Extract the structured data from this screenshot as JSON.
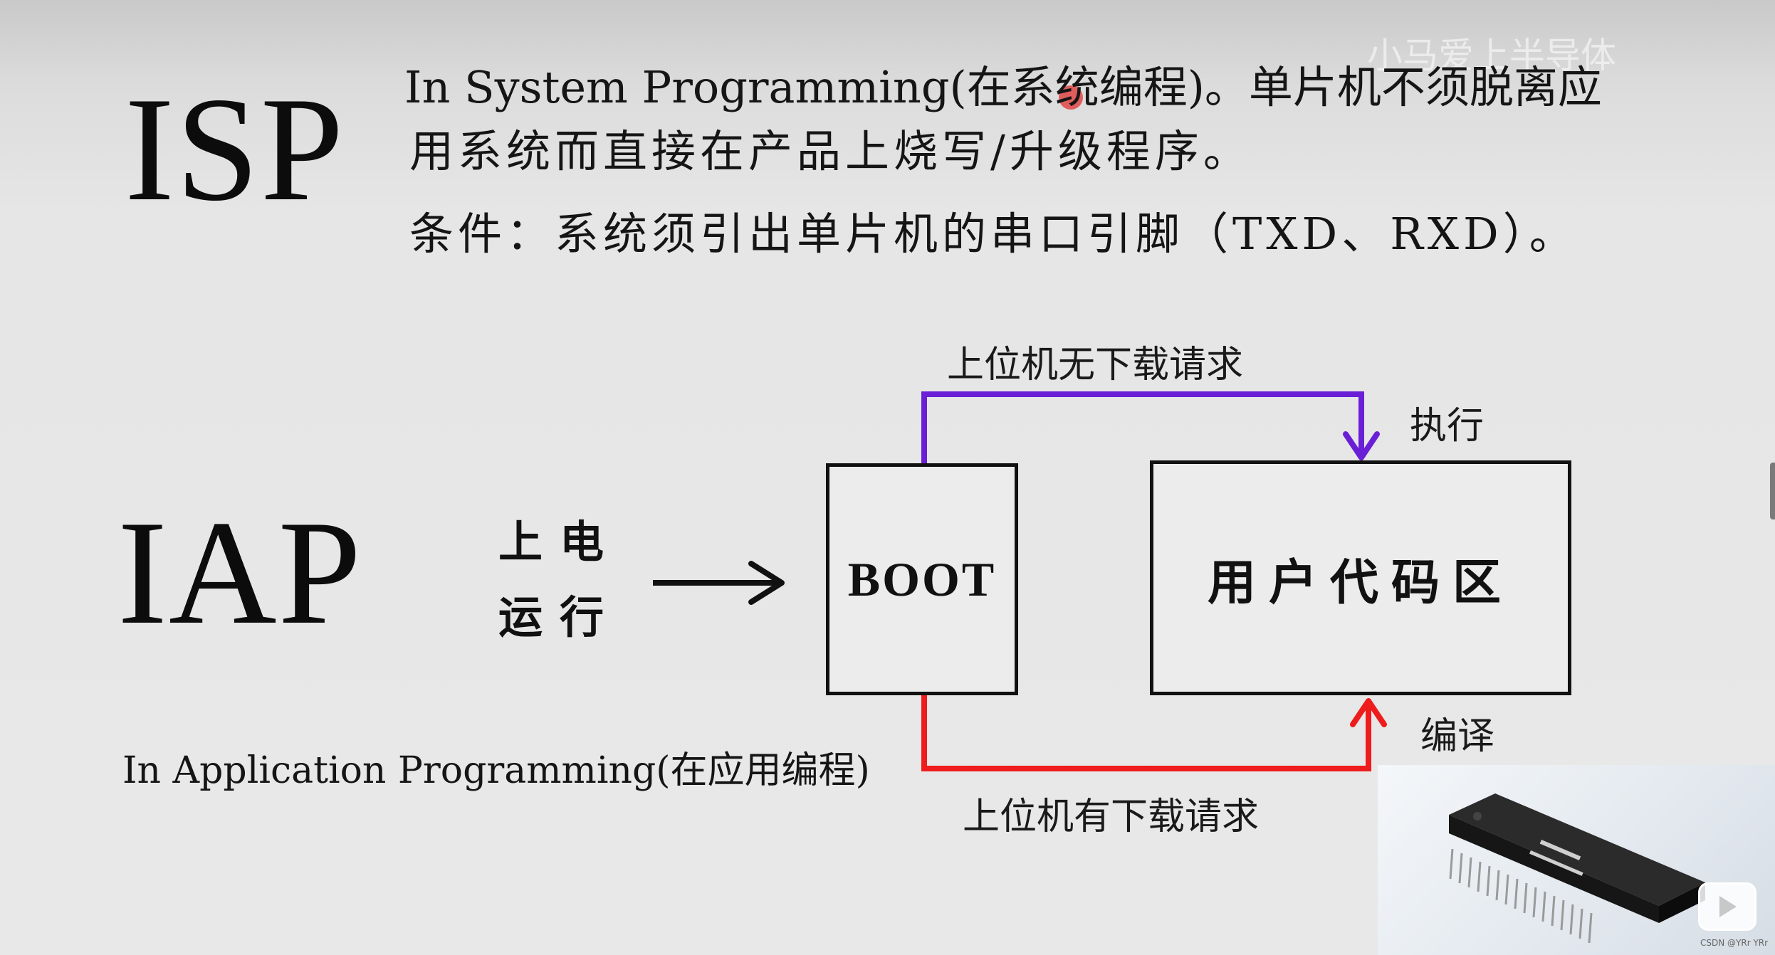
{
  "watermark": "小马爱上半导体",
  "isp": {
    "title": "ISP",
    "line1": "In System Programming(在系统编程)。单片机不须脱离应",
    "line2": "用系统而直接在产品上烧写/升级程序。",
    "condition": "条件：系统须引出单片机的串口引脚（TXD、RXD）。"
  },
  "iap": {
    "title": "IAP",
    "subtitle": "In Application Programming(在应用编程)",
    "power_line1": "上电",
    "power_line2": "运行"
  },
  "diagram": {
    "boot_label": "BOOT",
    "user_area_label": "用户代码区",
    "no_request_label": "上位机无下载请求",
    "has_request_label": "上位机有下载请求",
    "execute_label": "执行",
    "compile_label": "编译",
    "colors": {
      "no_request_path": "#6a1fd6",
      "has_request_path": "#ee1c1c",
      "power_arrow": "#111111"
    }
  },
  "thumbnail": {
    "credit": "CSDN @YRr YRr",
    "play_icon": "play-icon"
  }
}
